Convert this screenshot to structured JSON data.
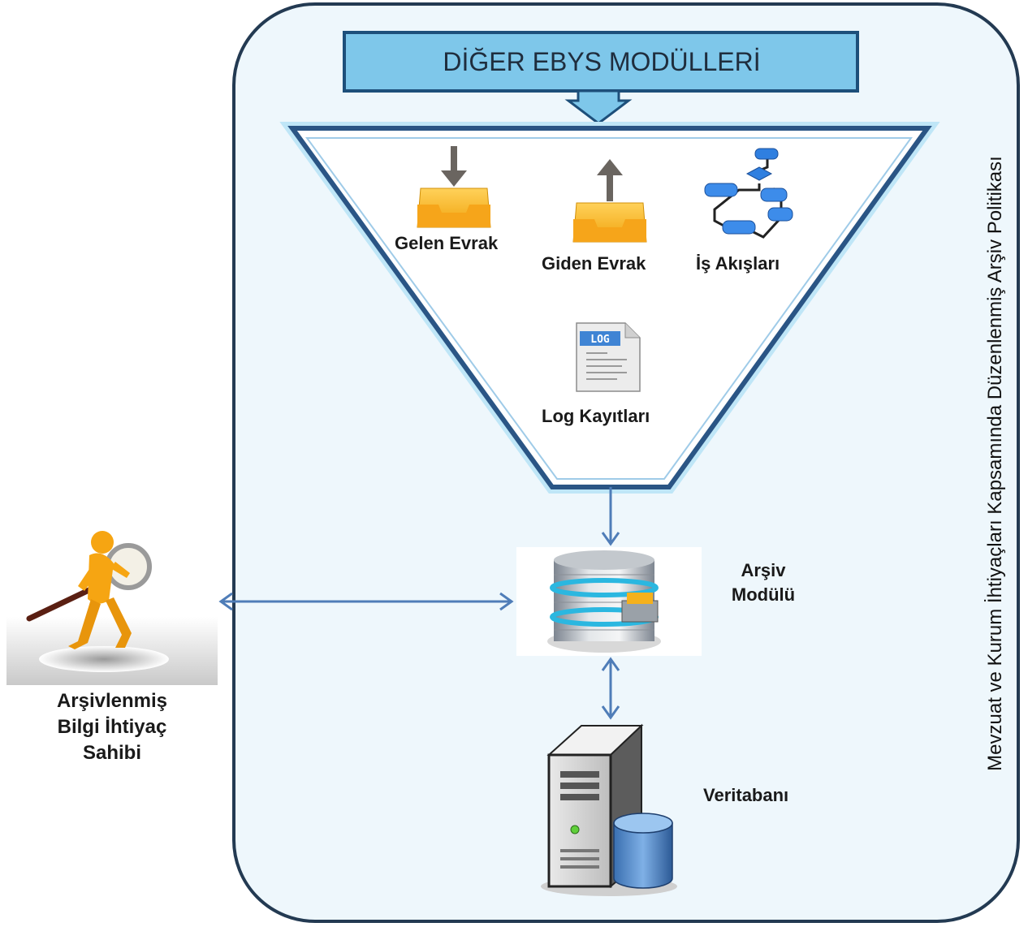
{
  "banner": {
    "title": "DİĞER EBYS MODÜLLERİ"
  },
  "funnel_items": {
    "incoming": "Gelen Evrak",
    "outgoing": "Giden Evrak",
    "workflows": "İş Akışları",
    "logs": "Log Kayıtları"
  },
  "archive_module": {
    "line1": "Arşiv",
    "line2": "Modülü"
  },
  "database": {
    "label": "Veritabanı"
  },
  "requester": {
    "line1": "Arşivlenmiş",
    "line2": "Bilgi İhtiyaç",
    "line3": "Sahibi"
  },
  "policy_label": "Mevzuat ve Kurum İhtiyaçları Kapsamında Düzenlenmiş Arşiv Politikası",
  "log_icon_text": "LOG",
  "colors": {
    "frame": "#233a52",
    "panel": "#eef7fc",
    "banner": "#7ec7ea",
    "arrow": "#4f7db8",
    "folder": "#f5b11c"
  }
}
